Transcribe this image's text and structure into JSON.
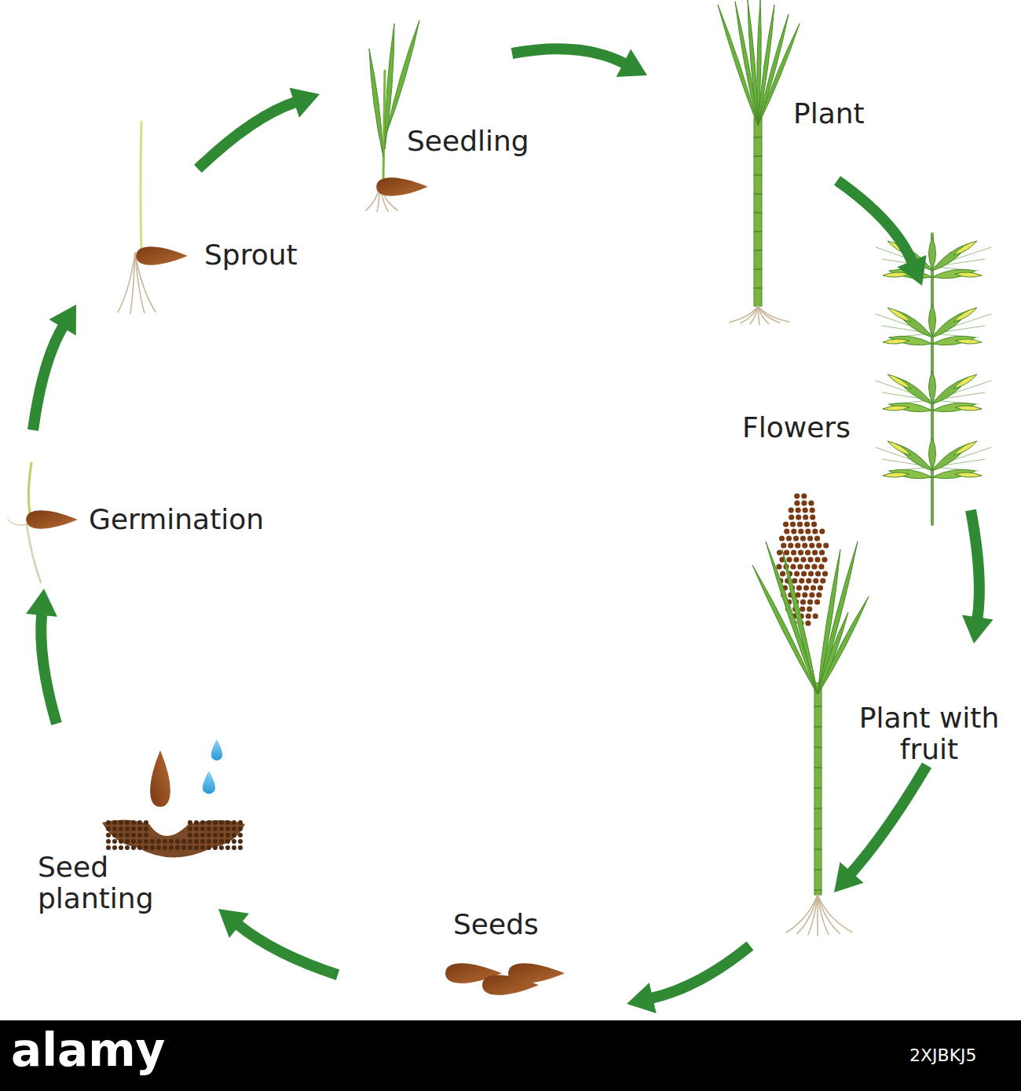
{
  "diagram": {
    "nodes": [
      {
        "text": [
          "Seedling"
        ]
      },
      {
        "text": [
          "Plant"
        ]
      },
      {
        "text": [
          "Flowers"
        ]
      },
      {
        "text": [
          "Plant with fruit"
        ]
      },
      {
        "text": [
          "Seeds"
        ]
      },
      {
        "text": [
          "Seed planting"
        ]
      },
      {
        "text": [
          "Germination"
        ]
      },
      {
        "text": [
          "Sprout"
        ]
      }
    ],
    "edges": [
      {
        "from": 0,
        "to": 1,
        "arrow": "to"
      },
      {
        "from": 1,
        "to": 2,
        "arrow": "to"
      },
      {
        "from": 2,
        "to": 3,
        "arrow": "to"
      },
      {
        "from": 3,
        "to": 4,
        "arrow": "to"
      },
      {
        "from": 4,
        "to": 5,
        "arrow": "to"
      },
      {
        "from": 5,
        "to": 6,
        "arrow": "to"
      },
      {
        "from": 6,
        "to": 7,
        "arrow": "to"
      },
      {
        "from": 7,
        "to": 0,
        "arrow": "to"
      }
    ],
    "labels": [
      "alamy",
      "2XJBKJ5"
    ]
  }
}
